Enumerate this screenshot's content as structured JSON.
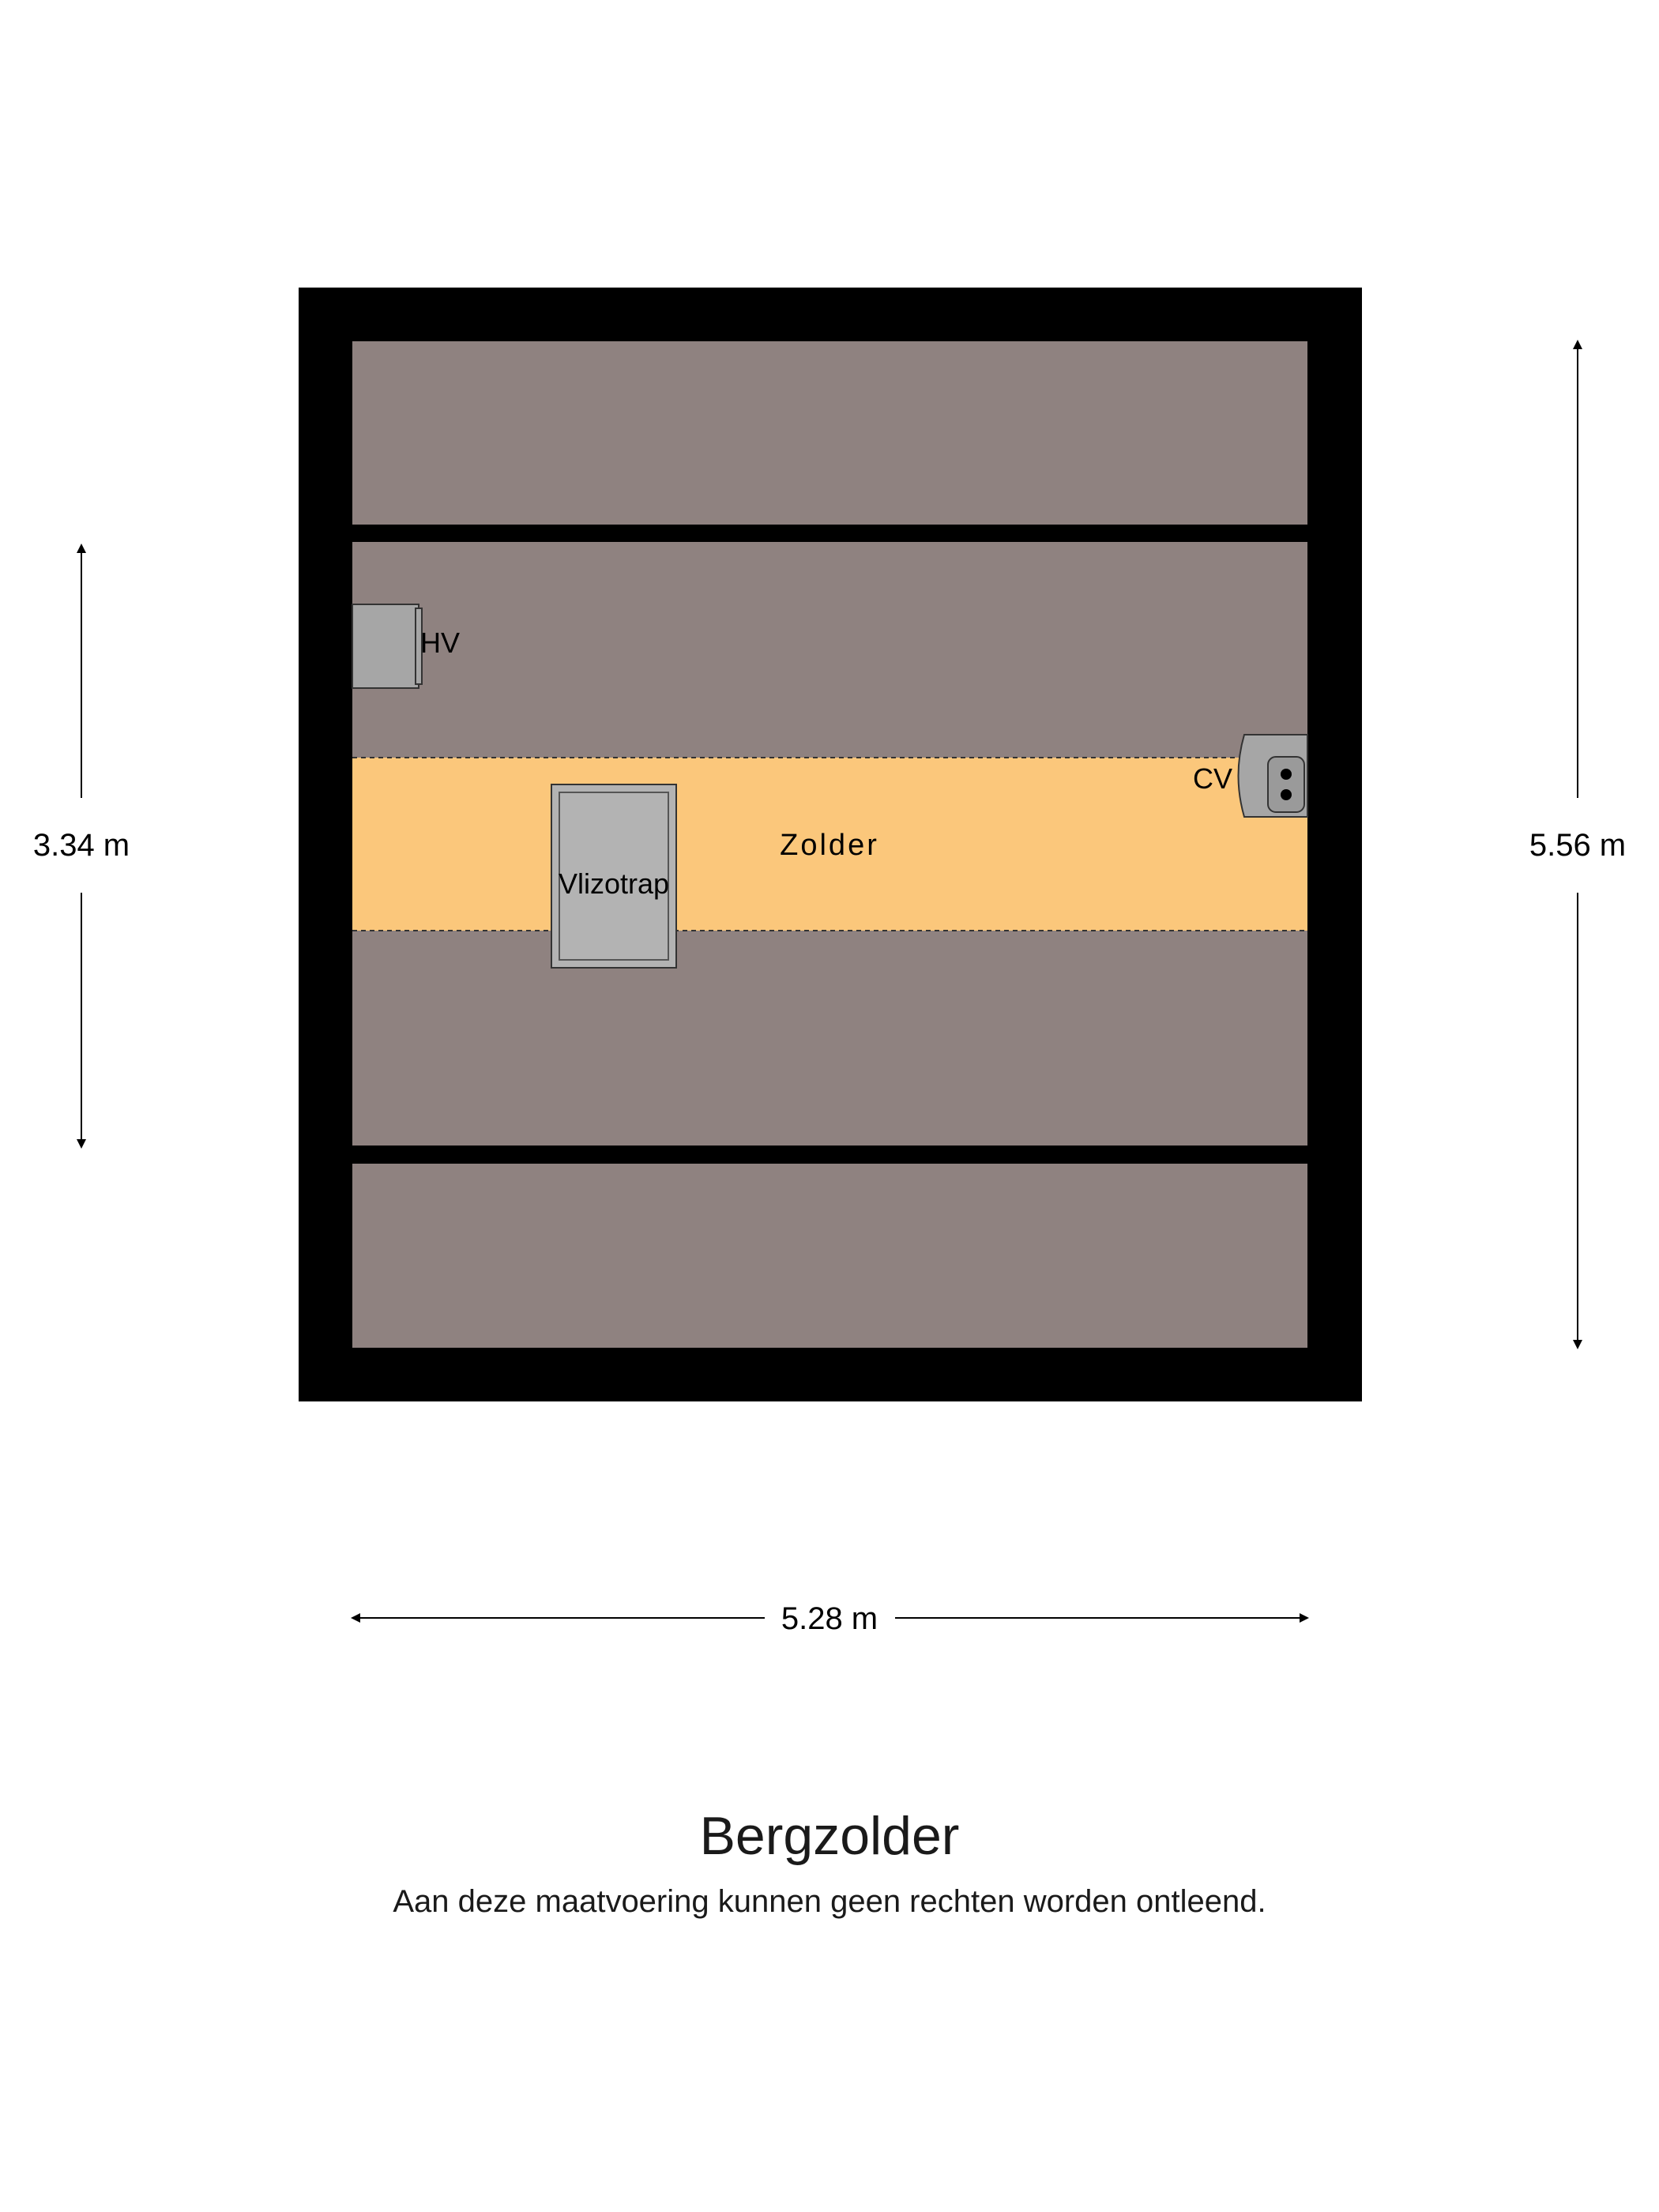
{
  "floor_plan": {
    "rooms": [
      {
        "name": "Zolder"
      }
    ],
    "fixtures": [
      {
        "label": "HV",
        "icon": "boiler-icon"
      },
      {
        "label": "CV",
        "icon": "heater-icon"
      },
      {
        "label": "Vlizotrap",
        "icon": "attic-hatch-icon"
      }
    ],
    "dimensions": {
      "width": "5.28 m",
      "height_left": "3.34 m",
      "height_right": "5.56 m"
    },
    "colors": {
      "wall": "#000000",
      "floor_low": "#8f8280",
      "floor_usable": "#fbc77b",
      "fixture": "#a6a6a6",
      "hatch": "#b3b3b3"
    }
  },
  "footer": {
    "title": "Bergzolder",
    "disclaimer": "Aan deze maatvoering kunnen geen rechten worden ontleend."
  }
}
